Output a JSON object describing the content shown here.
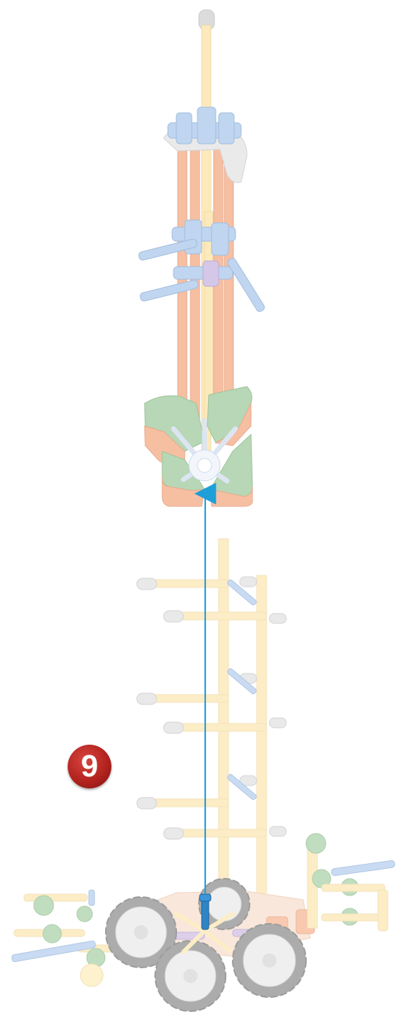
{
  "step": {
    "number": "9"
  },
  "colors": {
    "arrow": "#1e9fd8",
    "rod_orange": "#f4a77f",
    "rod_yellow": "#fbe3a3",
    "connector_blue": "#a9c6ea",
    "connector_green": "#9cc99a",
    "connector_grey": "#d6d6d6",
    "wheel_tire": "#7a7a7a",
    "badge": "#b3231f"
  },
  "parts": {
    "top_assembly": "tower-top-assembly",
    "base_assembly": "tower-base-assembly",
    "connector": "blue-connector-rod",
    "wheels": [
      "front-left-wheel",
      "front-right-wheel",
      "rear-left-wheel"
    ]
  }
}
